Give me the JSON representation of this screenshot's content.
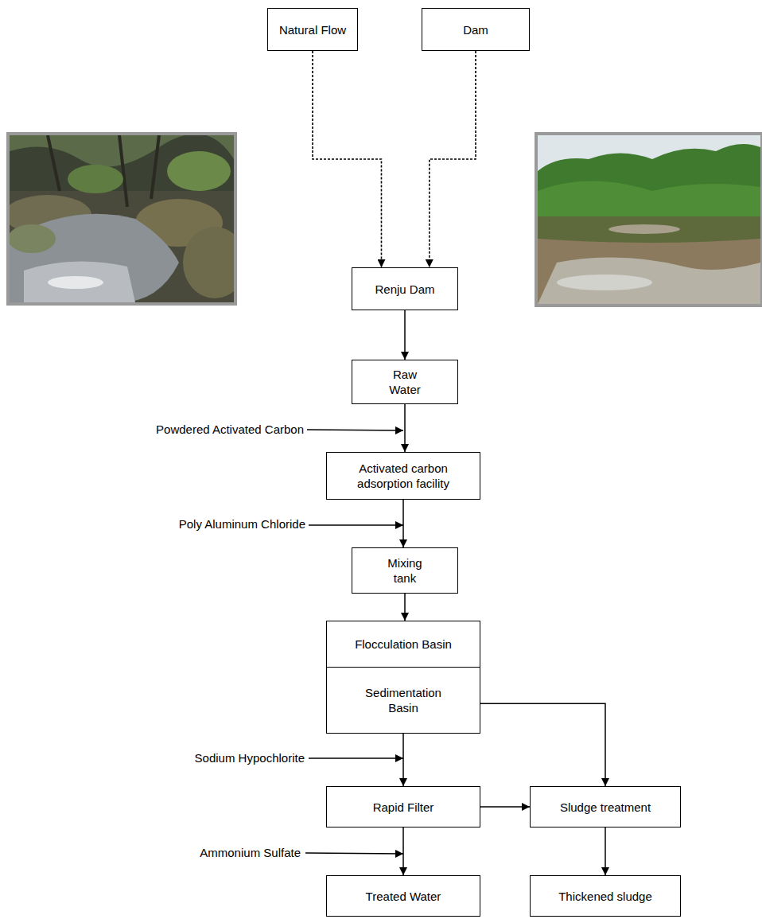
{
  "diagram": {
    "nodes": [
      {
        "text": [
          "Natural Flow"
        ]
      },
      {
        "text": [
          "Dam"
        ]
      },
      {
        "text": [
          "Renju Dam"
        ]
      },
      {
        "text": [
          "Raw Water"
        ]
      },
      {
        "text": [
          "Activated carbon adsorption facility"
        ]
      },
      {
        "text": [
          "Mixing tank"
        ]
      },
      {
        "text": [
          "Flocculation Basin"
        ]
      },
      {
        "text": [
          "Sedimentation Basin"
        ]
      },
      {
        "text": [
          "Rapid Filter"
        ]
      },
      {
        "text": [
          "Sludge treatment"
        ]
      },
      {
        "text": [
          "Treated Water"
        ]
      },
      {
        "text": [
          "Thickened sludge"
        ]
      }
    ],
    "edges": [
      {
        "from": 0,
        "to": 2,
        "arrow": "to"
      },
      {
        "from": 1,
        "to": 2,
        "arrow": "to"
      },
      {
        "from": 2,
        "to": 3,
        "arrow": "to"
      },
      {
        "from": 3,
        "to": 4,
        "arrow": "to"
      },
      {
        "from": 4,
        "to": 5,
        "arrow": "to"
      },
      {
        "from": 5,
        "to": 6,
        "arrow": "to"
      },
      {
        "from": 7,
        "to": 8,
        "arrow": "to"
      },
      {
        "from": 7,
        "to": 9,
        "arrow": "to"
      },
      {
        "from": 8,
        "to": 9,
        "arrow": "to"
      },
      {
        "from": 8,
        "to": 10,
        "arrow": "to"
      },
      {
        "from": 9,
        "to": 11,
        "arrow": "to"
      }
    ],
    "labels": [
      "Powdered Activated Carbon",
      "Poly Aluminum Chloride",
      "Sodium  Hypochlorite",
      "Ammonium  Sulfate"
    ]
  }
}
